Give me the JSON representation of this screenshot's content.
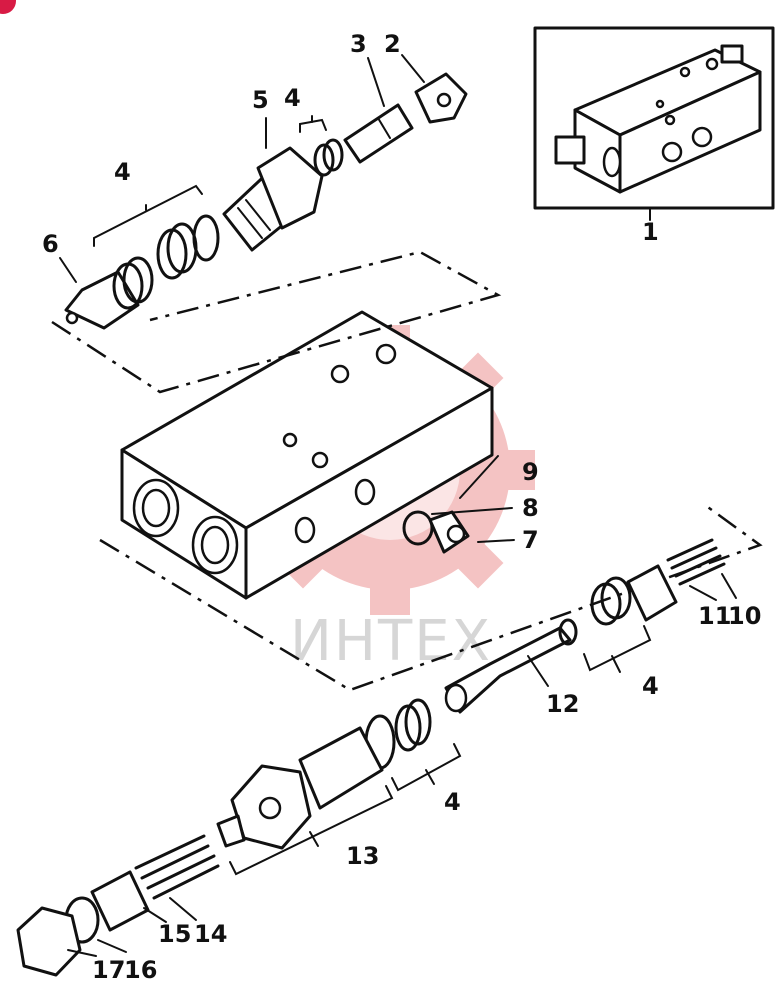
{
  "colors": {
    "ink": "#111111",
    "watermark_logo": "#f3b9b9",
    "watermark_text": "#d6d6d6",
    "badge": "#d81b45"
  },
  "watermark": {
    "text": "ИНТЕХ",
    "icon": "gear-logo"
  },
  "labels": [
    {
      "id": "l1",
      "text": "1"
    },
    {
      "id": "l2",
      "text": "2"
    },
    {
      "id": "l3",
      "text": "3"
    },
    {
      "id": "l4a",
      "text": "4"
    },
    {
      "id": "l4b",
      "text": "4"
    },
    {
      "id": "l4c",
      "text": "4"
    },
    {
      "id": "l4d",
      "text": "4"
    },
    {
      "id": "l5",
      "text": "5"
    },
    {
      "id": "l6",
      "text": "6"
    },
    {
      "id": "l7",
      "text": "7"
    },
    {
      "id": "l8",
      "text": "8"
    },
    {
      "id": "l9",
      "text": "9"
    },
    {
      "id": "l10",
      "text": "10"
    },
    {
      "id": "l11",
      "text": "11"
    },
    {
      "id": "l12",
      "text": "12"
    },
    {
      "id": "l13",
      "text": "13"
    },
    {
      "id": "l14",
      "text": "14"
    },
    {
      "id": "l15",
      "text": "15"
    },
    {
      "id": "l16",
      "text": "16"
    },
    {
      "id": "l17",
      "text": "17"
    }
  ]
}
